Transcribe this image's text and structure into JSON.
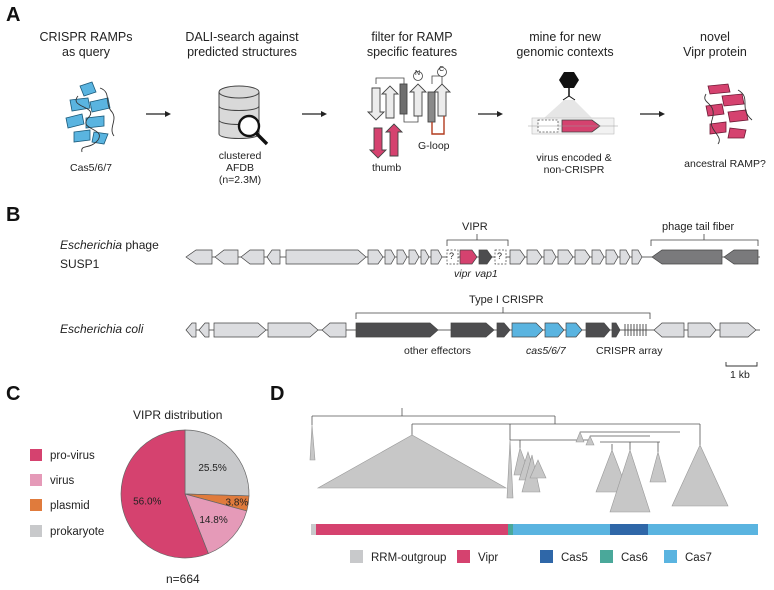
{
  "panelA": {
    "letter": "A",
    "steps": [
      {
        "title": "CRISPR RAMPs\nas query",
        "caption": "Cas5/6/7"
      },
      {
        "title": "DALI-search against\npredicted structures",
        "caption": "clustered\nAFDB\n(n=2.3M)"
      },
      {
        "title": "filter for RAMP\nspecific features",
        "thumb": "thumb",
        "gloop": "G-loop",
        "n_label": "N",
        "c_label": "C"
      },
      {
        "title": "mine for new\ngenomic contexts",
        "caption": "virus encoded &\nnon-CRISPR"
      },
      {
        "title": "novel\nVipr protein",
        "caption": "ancestral RAMP?"
      }
    ]
  },
  "panelB": {
    "letter": "B",
    "phage_genus": "Escherichia",
    "phage_rest": "phage",
    "phage_strain": "SUSP1",
    "vipr_bracket": "VIPR",
    "tail_fiber": "phage tail fiber",
    "q1": "?",
    "q2": "?",
    "vipr_gene": "vipr",
    "vap1_gene": "vap1",
    "ecoli": "Escherichia coli",
    "crispr_bracket": "Type I CRISPR",
    "other_effectors": "other effectors",
    "cas_genes": "cas5/6/7",
    "crispr_array": "CRISPR array",
    "scale": "1 kb"
  },
  "panelC": {
    "letter": "C",
    "title": "VIPR distribution",
    "n": "n=664",
    "legend": [
      {
        "label": "pro-virus",
        "color": "#d5426f"
      },
      {
        "label": "virus",
        "color": "#e59ab8"
      },
      {
        "label": "plasmid",
        "color": "#e07b3c"
      },
      {
        "label": "prokaryote",
        "color": "#c8c9cb"
      }
    ]
  },
  "chart_data": {
    "type": "pie",
    "title": "VIPR distribution",
    "categories": [
      "prokaryote",
      "plasmid",
      "virus",
      "pro-virus"
    ],
    "values": [
      25.5,
      3.8,
      14.8,
      56.0
    ],
    "labels": [
      "25.5%",
      "3.8%",
      "14.8%",
      "56.0%"
    ],
    "colors": [
      "#c8c9cb",
      "#e07b3c",
      "#e59ab8",
      "#d5426f"
    ]
  },
  "panelD": {
    "letter": "D",
    "legend": [
      {
        "label": "RRM-outgroup",
        "color": "#c8c9cb"
      },
      {
        "label": "Vipr",
        "color": "#d5426f"
      },
      {
        "label": "Cas5",
        "color": "#2f67a8"
      },
      {
        "label": "Cas6",
        "color": "#4aa89a"
      },
      {
        "label": "Cas7",
        "color": "#5ab4e0"
      }
    ]
  }
}
